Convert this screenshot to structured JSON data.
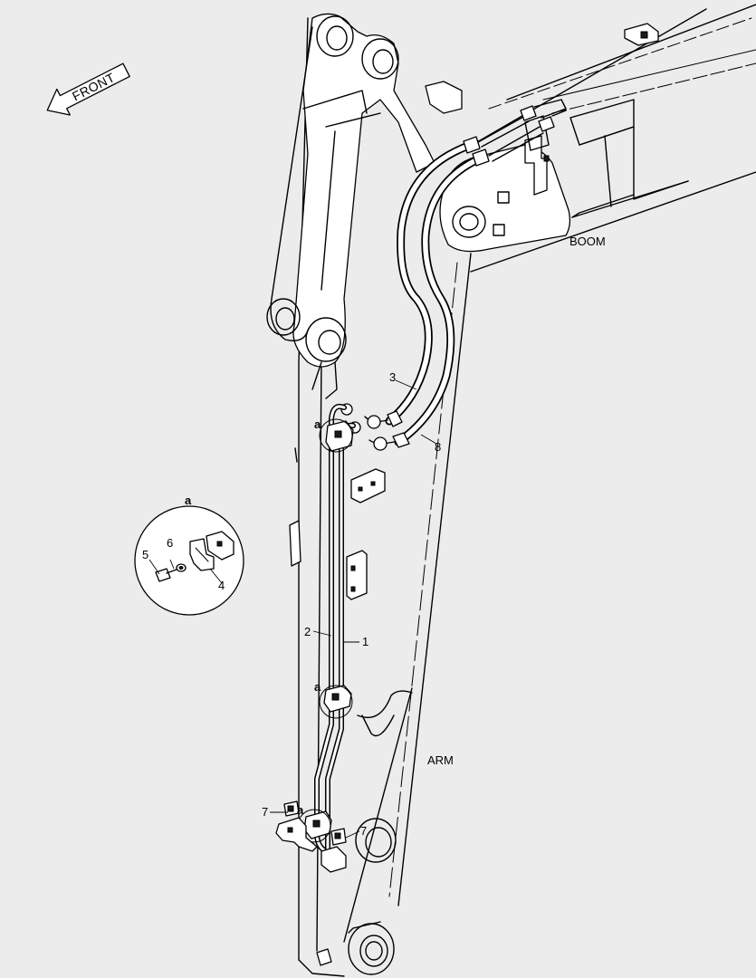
{
  "diagram": {
    "direction_label": "FRONT",
    "boom_label": "BOOM",
    "arm_label": "ARM",
    "detail_label": "a",
    "callouts": {
      "pipe_1": "1",
      "pipe_2": "2",
      "hose_3": "3",
      "clamp_4": "4",
      "bolt_5": "5",
      "washer_6": "6",
      "fitting_7": "7",
      "hose_8": "8"
    }
  }
}
